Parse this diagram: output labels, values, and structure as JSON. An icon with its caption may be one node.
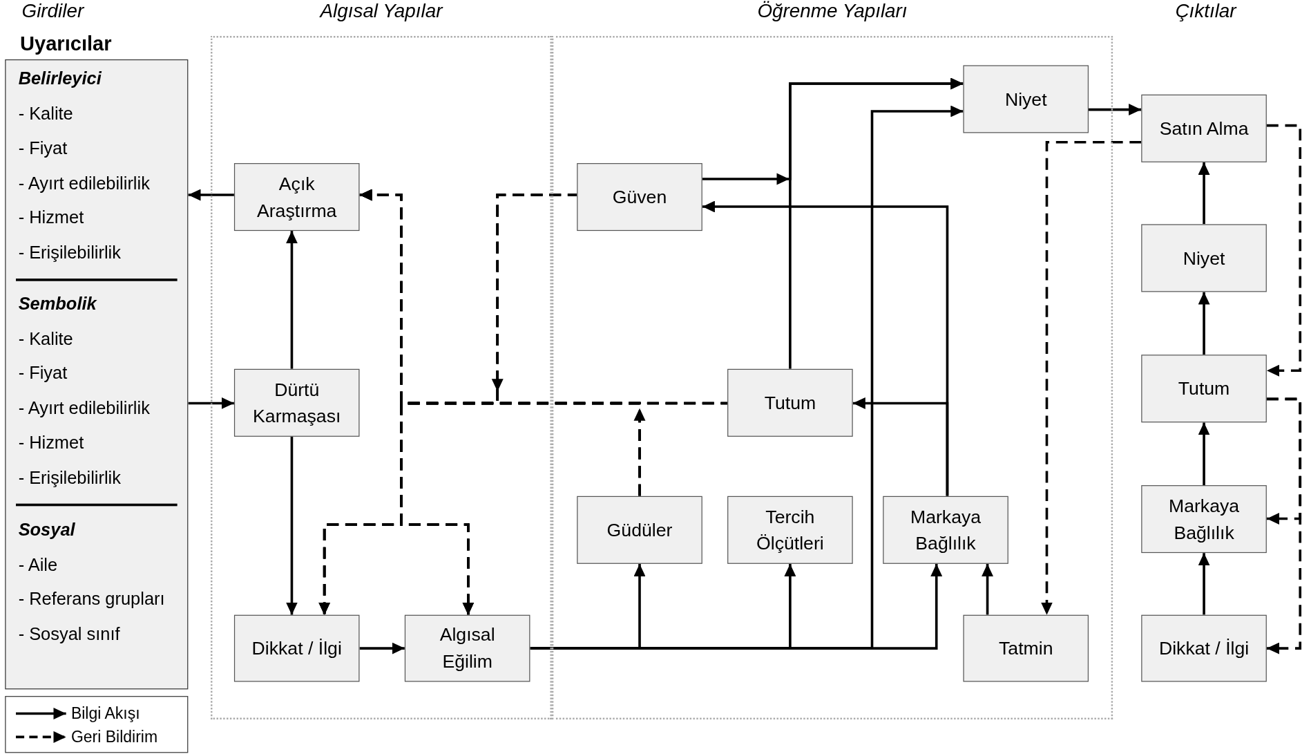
{
  "diagram": {
    "nodes": [
      {
        "text": [
          "Uyarıcılar"
        ]
      },
      {
        "text": [
          "Belirleyici",
          "- Kalite",
          "- Fiyat",
          "- Ayırt edilebilirlik",
          "- Hizmet",
          "- Erişilebilirlik"
        ],
        "in": 0
      },
      {
        "text": [
          "Sembolik",
          "- Kalite",
          "- Fiyat",
          "- Ayırt edilebilirlik",
          "- Hizmet",
          "- Erişilebilirlik"
        ],
        "in": 0
      },
      {
        "text": [
          "Sosyal",
          "- Aile",
          "- Referans grupları",
          "- Sosyal sınıf"
        ],
        "in": 0
      },
      {
        "text": [
          "Algısal Yapılar"
        ]
      },
      {
        "text": [
          "Açık Araştırma"
        ],
        "in": 4
      },
      {
        "text": [
          "Dürtü Karmaşası"
        ],
        "in": 4
      },
      {
        "text": [
          "Dikkat / İlgi"
        ],
        "in": 4
      },
      {
        "text": [
          "Algısal Eğilim"
        ],
        "in": 4
      },
      {
        "text": [
          "Öğrenme Yapıları"
        ]
      },
      {
        "text": [
          "Güven"
        ],
        "in": 9
      },
      {
        "text": [
          "Niyet"
        ],
        "in": 9
      },
      {
        "text": [
          "Tutum"
        ],
        "in": 9
      },
      {
        "text": [
          "Güdüler"
        ],
        "in": 9
      },
      {
        "text": [
          "Tercih Ölçütleri"
        ],
        "in": 9
      },
      {
        "text": [
          "Markaya Bağlılık"
        ],
        "in": 9
      },
      {
        "text": [
          "Tatmin"
        ],
        "in": 9
      },
      {
        "text": [
          "Satın Alma"
        ]
      },
      {
        "text": [
          "Niyet"
        ]
      },
      {
        "text": [
          "Tutum"
        ]
      },
      {
        "text": [
          "Markaya Bağlılık"
        ]
      },
      {
        "text": [
          "Dikkat / İlgi"
        ]
      }
    ],
    "edges": [
      {
        "from": 5,
        "to": 0,
        "arrow": "to"
      },
      {
        "from": 0,
        "to": 6,
        "arrow": "to"
      },
      {
        "from": 6,
        "to": 5,
        "arrow": "to"
      },
      {
        "from": 6,
        "to": 7,
        "arrow": "to"
      },
      {
        "from": 7,
        "to": 8,
        "arrow": "to"
      },
      {
        "from": 8,
        "to": 13,
        "arrow": "to"
      },
      {
        "from": 8,
        "to": 14,
        "arrow": "to"
      },
      {
        "from": 8,
        "to": 15,
        "arrow": "to"
      },
      {
        "from": 8,
        "to": 11,
        "arrow": "to"
      },
      {
        "from": 16,
        "to": 15,
        "arrow": "to"
      },
      {
        "from": 15,
        "to": 12,
        "arrow": "to"
      },
      {
        "from": 15,
        "to": 10,
        "arrow": "to"
      },
      {
        "from": 10,
        "to": 11,
        "arrow": "to"
      },
      {
        "from": 12,
        "to": 11,
        "arrow": "to"
      },
      {
        "from": 11,
        "to": 17,
        "arrow": "to"
      },
      {
        "from": 18,
        "to": 17,
        "arrow": "to"
      },
      {
        "from": 19,
        "to": 18,
        "arrow": "to"
      },
      {
        "from": 20,
        "to": 19,
        "arrow": "to"
      },
      {
        "from": 21,
        "to": 20,
        "arrow": "to"
      },
      {
        "from": 12,
        "to": 5,
        "arrow": "to",
        "style": "dashed"
      },
      {
        "from": 12,
        "to": 7,
        "arrow": "to",
        "style": "dashed"
      },
      {
        "from": 12,
        "to": 8,
        "arrow": "to",
        "style": "dashed"
      },
      {
        "from": 10,
        "to": 5,
        "arrow": "to",
        "style": "dashed"
      },
      {
        "from": 10,
        "to": 7,
        "arrow": "to",
        "style": "dashed"
      },
      {
        "from": 10,
        "to": 8,
        "arrow": "to",
        "style": "dashed"
      },
      {
        "from": 13,
        "to": 5,
        "arrow": "to",
        "style": "dashed"
      },
      {
        "from": 13,
        "to": 7,
        "arrow": "to",
        "style": "dashed"
      },
      {
        "from": 13,
        "to": 8,
        "arrow": "to",
        "style": "dashed"
      },
      {
        "from": 17,
        "to": 16,
        "arrow": "to",
        "style": "dashed"
      },
      {
        "from": 17,
        "to": 19,
        "arrow": "to",
        "style": "dashed"
      },
      {
        "from": 19,
        "to": 20,
        "arrow": "to",
        "style": "dashed"
      },
      {
        "from": 19,
        "to": 21,
        "arrow": "to",
        "style": "dashed"
      }
    ],
    "labels": [
      "Girdiler",
      "Çıktılar"
    ],
    "legend": [
      {
        "text": "Bilgi Akışı"
      },
      {
        "text": "Geri Bildirim"
      }
    ]
  }
}
